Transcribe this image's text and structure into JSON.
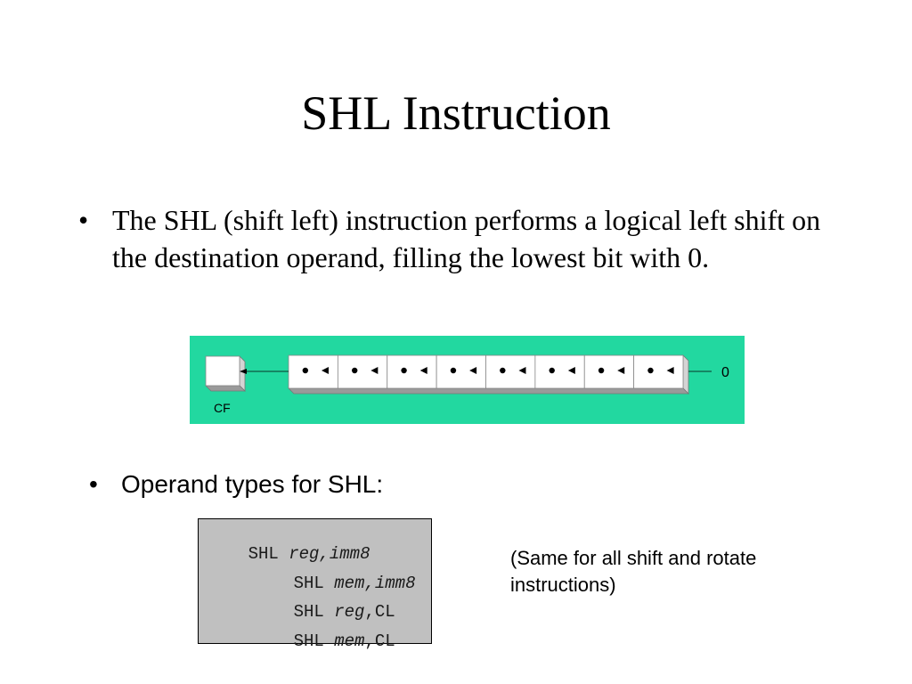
{
  "slide": {
    "title": "SHL Instruction",
    "bullet1": {
      "marker": "•",
      "text": "The SHL (shift left) instruction performs a logical left shift on the destination operand, filling the lowest bit with 0."
    },
    "diagram": {
      "carry_label": "CF",
      "fill_value": "0",
      "bit_count": 8,
      "background_color": "#22d8a0"
    },
    "bullet2": {
      "marker": "•",
      "text": "Operand types for SHL:"
    },
    "operand_forms": [
      {
        "mnemonic": "SHL",
        "operand1": "reg",
        "sep": ",",
        "operand2": "imm8",
        "op2_italic": true
      },
      {
        "mnemonic": "SHL",
        "operand1": "mem",
        "sep": ",",
        "operand2": "imm8",
        "op2_italic": true
      },
      {
        "mnemonic": "SHL",
        "operand1": "reg",
        "sep": ",",
        "operand2": "CL",
        "op2_italic": false
      },
      {
        "mnemonic": "SHL",
        "operand1": "mem",
        "sep": ",",
        "operand2": "CL",
        "op2_italic": false
      }
    ],
    "note": "(Same for all shift and rotate instructions)"
  }
}
